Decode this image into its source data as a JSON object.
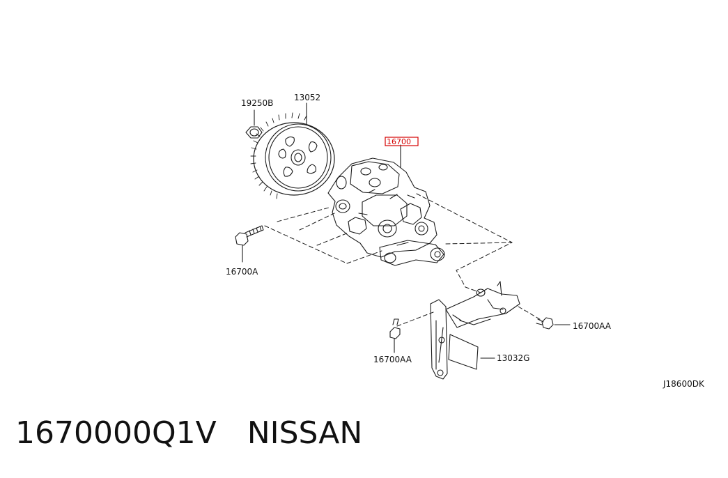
{
  "diagram": {
    "labels": {
      "nut": "19250B",
      "sprocket": "13052",
      "pump": "16700",
      "bolt_left": "16700A",
      "bolt_bracket_left": "16700AA",
      "bolt_bracket_right": "16700AA",
      "bracket": "13032G",
      "figure_code": "J18600DK"
    },
    "highlight_color": "#d40000",
    "line_color": "#1a1a1a"
  },
  "caption": {
    "part_number": "1670000Q1V",
    "brand": "NISSAN"
  }
}
